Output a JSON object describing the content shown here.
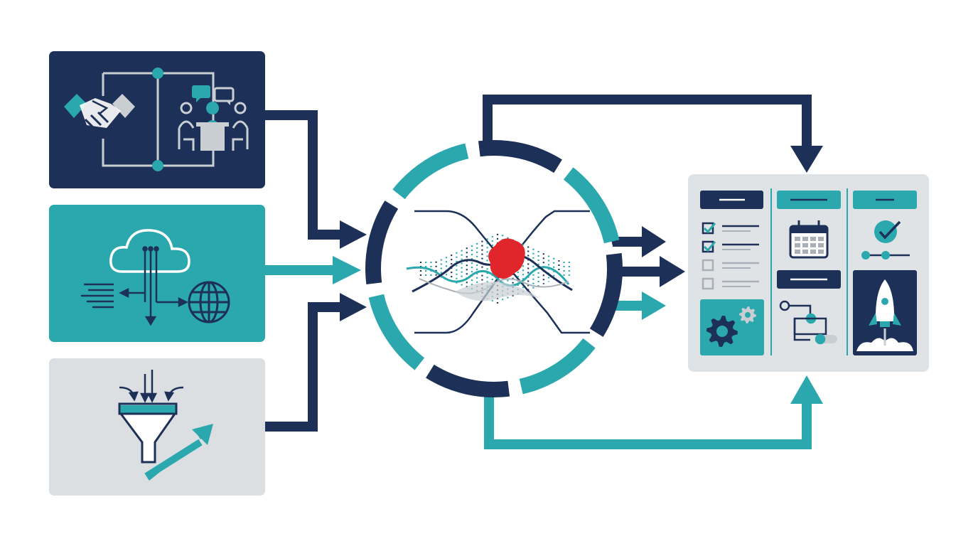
{
  "colors": {
    "navy": "#1d3057",
    "teal": "#2ba8ad",
    "gray_panel": "#dcdfe2",
    "board_panel": "#e0e3e6",
    "board_card": "#c9ced3",
    "accent_red": "#e0262a",
    "light_gray_line": "#a9b0b7",
    "white": "#ffffff"
  },
  "inputs": [
    {
      "name": "partnership-collaboration",
      "fill": "navy",
      "icons": [
        "handshake-icon",
        "team-meeting-icon",
        "chat-bubbles-icon"
      ]
    },
    {
      "name": "cloud-data-exchange",
      "fill": "teal",
      "icons": [
        "cloud-icon",
        "globe-icon",
        "data-lines-icon"
      ]
    },
    {
      "name": "funnel-growth",
      "fill": "gray_panel",
      "icons": [
        "funnel-icon",
        "growth-arrow-icon"
      ]
    }
  ],
  "hub": {
    "icons": [
      "crossing-curves-icon",
      "waveform-icon",
      "red-blob-icon"
    ],
    "ring_segments": [
      "navy",
      "teal",
      "navy",
      "teal",
      "navy",
      "teal",
      "navy",
      "teal"
    ]
  },
  "board": {
    "columns": [
      {
        "header_fill": "navy",
        "icons": [
          "checklist-icon",
          "gear-icon"
        ]
      },
      {
        "header_fill": "teal",
        "icons": [
          "calendar-icon",
          "workflow-icon"
        ]
      },
      {
        "header_fill": "teal",
        "icons": [
          "check-circle-icon",
          "slider-icon",
          "rocket-icon"
        ]
      }
    ],
    "checklist": [
      true,
      true,
      false,
      false
    ]
  },
  "flows": [
    {
      "from": "partnership-collaboration",
      "to": "hub",
      "color": "navy"
    },
    {
      "from": "cloud-data-exchange",
      "to": "hub",
      "color": "teal"
    },
    {
      "from": "funnel-growth",
      "to": "hub",
      "color": "navy"
    },
    {
      "from": "hub",
      "to": "board",
      "color": "navy",
      "route": "over"
    },
    {
      "from": "hub",
      "to": "board",
      "color": "navy",
      "route": "direct"
    },
    {
      "from": "hub",
      "to": "board",
      "color": "navy",
      "route": "direct"
    },
    {
      "from": "hub",
      "to": "board",
      "color": "teal",
      "route": "direct"
    },
    {
      "from": "hub",
      "to": "board",
      "color": "teal",
      "route": "under"
    }
  ]
}
